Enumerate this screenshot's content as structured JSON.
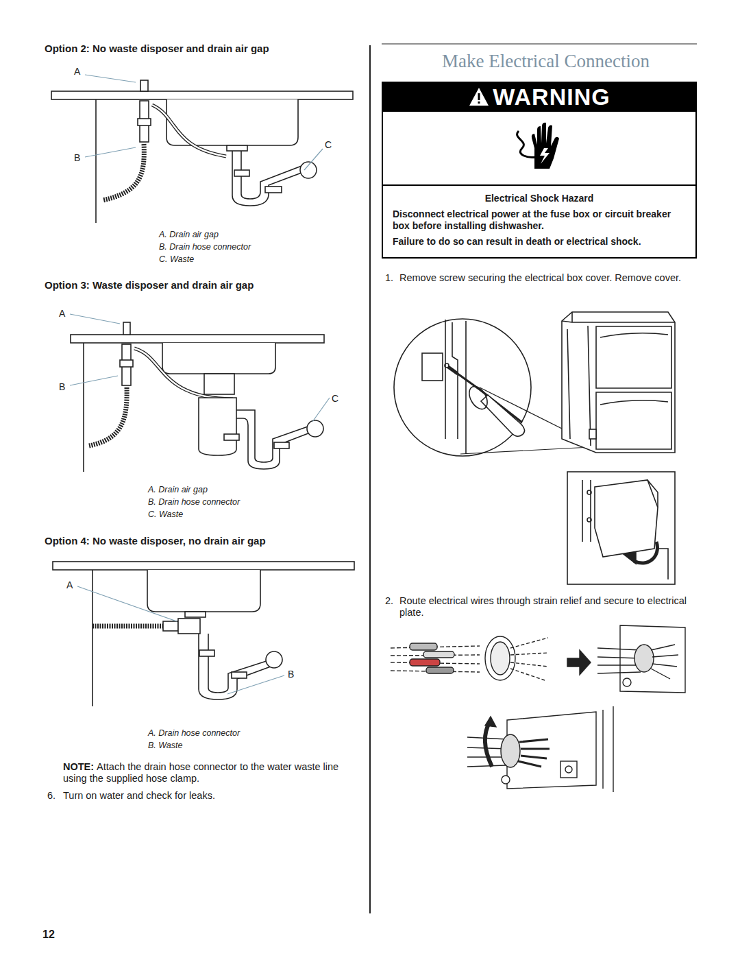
{
  "diagram": {
    "title": "Make Electrical Connection",
    "nodes": [
      {
        "text": [
          "WARNING",
          "Electrical Shock Hazard",
          "Disconnect electrical power at the fuse box or circuit breaker box before installing dishwasher.",
          "Failure to do so can result in death or electrical shock."
        ]
      }
    ],
    "labels": [
      "Option 2: No waste disposer and drain air gap",
      "A",
      "C",
      "B",
      "A. Drain air gap",
      "B. Drain hose connector",
      "C. Waste",
      "Option 3: Waste disposer and drain air gap",
      "A",
      "B",
      "C",
      "A. Drain air gap",
      "B. Drain hose connector",
      "C. Waste",
      "Option 4: No waste disposer, no drain air gap",
      "A",
      "B",
      "A. Drain hose connector",
      "B. Waste",
      "NOTE:",
      "Attach the drain hose connector to the water waste line using the supplied hose clamp.",
      "6.",
      "Turn on water and check for leaks.",
      "12",
      "1.",
      "Remove screw securing the electrical box cover. Remove cover.",
      "2.",
      "Route electrical wires through strain relief and secure to electrical plate."
    ]
  }
}
